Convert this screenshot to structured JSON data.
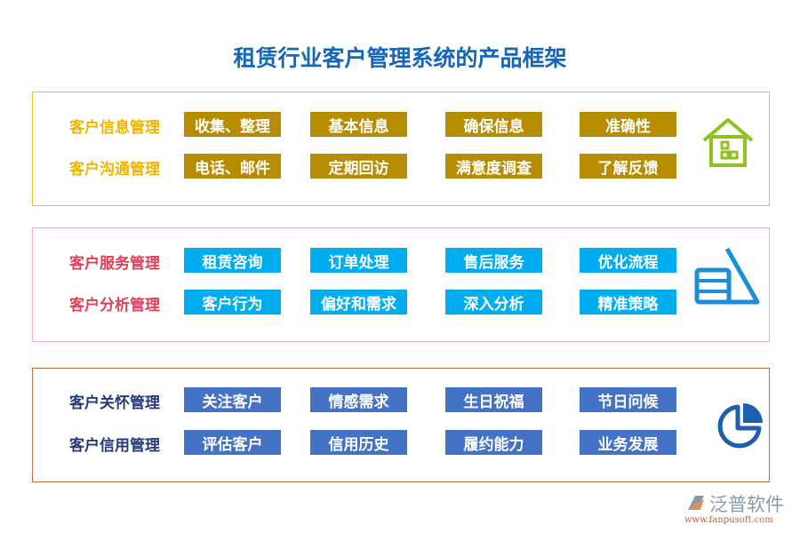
{
  "title": "租赁行业客户管理系统的产品框架",
  "colors": {
    "section1_border": "#f0c020",
    "section1_label": "#f0b400",
    "section1_box": "#b88c00",
    "section2_border": "#f0b0bc",
    "section2_label": "#e0405a",
    "section2_box": "#00aeef",
    "section3_border": "#c06a3a",
    "section3_label": "#27397a",
    "section3_box": "#4472c4"
  },
  "sections": [
    {
      "icon": "house-icon",
      "rows": [
        {
          "label": "客户信息管理",
          "items": [
            "收集、整理",
            "基本信息",
            "确保信息",
            "准确性"
          ]
        },
        {
          "label": "客户沟通管理",
          "items": [
            "电话、邮件",
            "定期回访",
            "满意度调查",
            "了解反馈"
          ]
        }
      ]
    },
    {
      "icon": "pyramid-table-icon",
      "rows": [
        {
          "label": "客户服务管理",
          "items": [
            "租赁咨询",
            "订单处理",
            "售后服务",
            "优化流程"
          ]
        },
        {
          "label": "客户分析管理",
          "items": [
            "客户行为",
            "偏好和需求",
            "深入分析",
            "精准策略"
          ]
        }
      ]
    },
    {
      "icon": "pie-chart-icon",
      "rows": [
        {
          "label": "客户关怀管理",
          "items": [
            "关注客户",
            "情感需求",
            "生日祝福",
            "节日问候"
          ]
        },
        {
          "label": "客户信用管理",
          "items": [
            "评估客户",
            "信用历史",
            "履约能力",
            "业务发展"
          ]
        }
      ]
    }
  ],
  "logo": {
    "name": "泛普软件",
    "url": "www.fanpusoft.com"
  }
}
